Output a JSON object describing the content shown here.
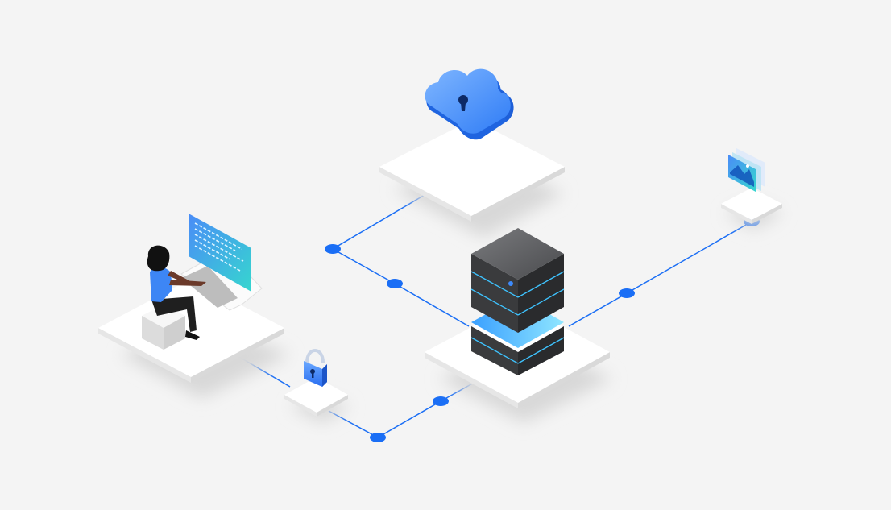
{
  "colors": {
    "background": "#f4f4f4",
    "connector": "#1a6ef5",
    "accent_blue": "#3d8bfd",
    "screen_gradient_start": "#4a8cf7",
    "screen_gradient_end": "#36d6cf",
    "server_dark": "#2e2f31",
    "server_glow": "#3ec3ff"
  },
  "nodes": [
    {
      "id": "cloud",
      "icon": "cloud-keyhole-icon"
    },
    {
      "id": "server",
      "icon": "server-rack-icon"
    },
    {
      "id": "workstation",
      "icon": "person-at-computer-icon"
    },
    {
      "id": "security",
      "icon": "padlock-icon"
    },
    {
      "id": "media",
      "icon": "image-gallery-icon"
    }
  ]
}
